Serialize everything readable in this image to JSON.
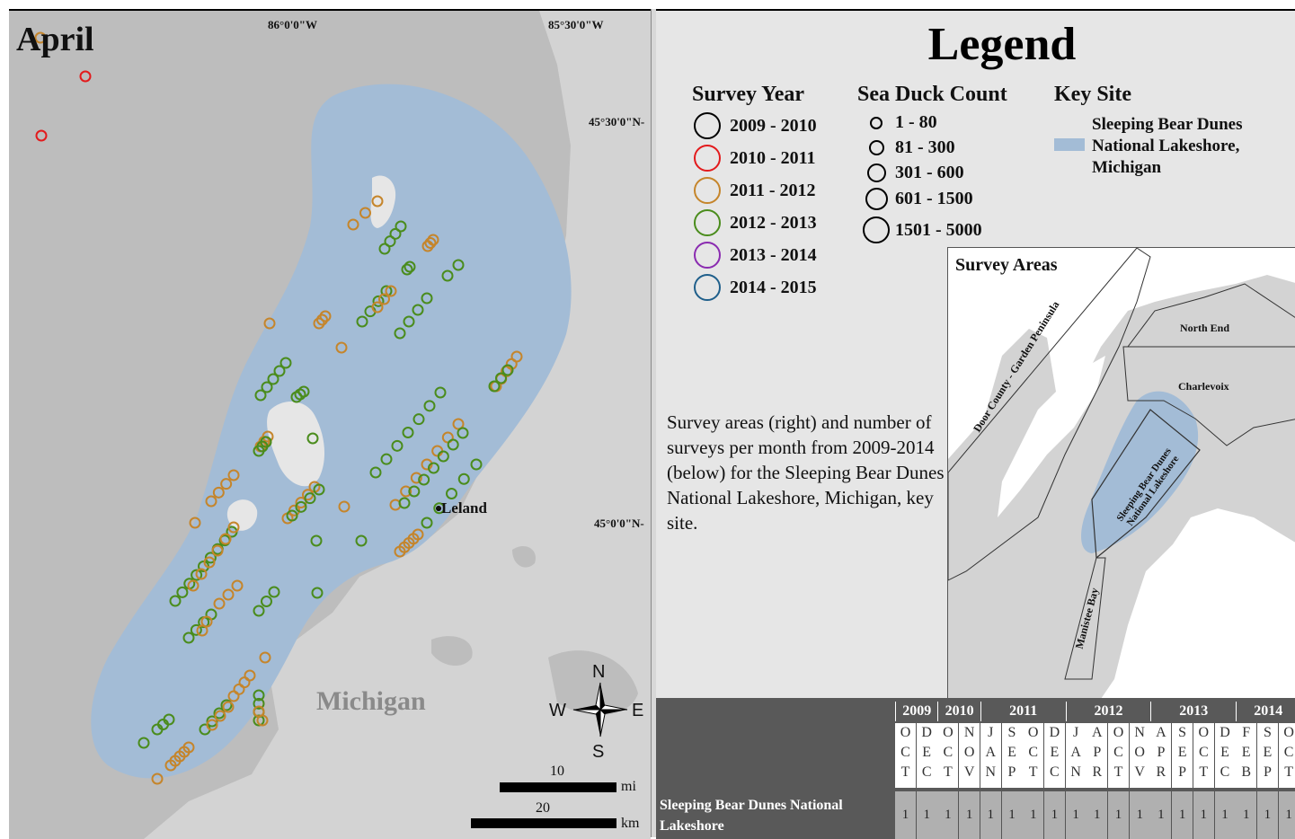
{
  "map": {
    "title": "April",
    "longitude_labels": [
      "86°0'0\"W",
      "85°30'0\"W"
    ],
    "latitude_labels": [
      "45°30'0\"N-",
      "45°0'0\"N-"
    ],
    "place_label": "Michigan",
    "town_label": "•Leland",
    "compass": {
      "n": "N",
      "s": "S",
      "e": "E",
      "w": "W"
    },
    "scale": {
      "mi_value": "10",
      "mi_unit": "mi",
      "km_value": "20",
      "km_unit": "km"
    },
    "colors": {
      "land": "#d3d3d3",
      "water": "#bdbdbd",
      "key_site": "#a3bcd6",
      "island": "#e6e6e6"
    }
  },
  "legend": {
    "title": "Legend",
    "survey_year": {
      "heading": "Survey Year",
      "items": [
        {
          "label": "2009 - 2010",
          "color": "#000000"
        },
        {
          "label": "2010 - 2011",
          "color": "#e31a1c"
        },
        {
          "label": "2011 - 2012",
          "color": "#c5852b"
        },
        {
          "label": "2012 - 2013",
          "color": "#4a8c1c"
        },
        {
          "label": "2013 - 2014",
          "color": "#8a2bb0"
        },
        {
          "label": "2014 - 2015",
          "color": "#1f5f8b"
        }
      ]
    },
    "sea_duck_count": {
      "heading": "Sea Duck Count",
      "items": [
        "1 - 80",
        "81 - 300",
        "301 - 600",
        "601 - 1500",
        "1501 - 5000"
      ]
    },
    "key_site": {
      "heading": "Key Site",
      "label_lines": [
        "Sleeping Bear Dunes",
        "National Lakeshore,",
        "Michigan"
      ]
    },
    "description": "Survey areas (right) and number of surveys per month from 2009-2014 (below) for the Sleeping Bear Dunes National Lakeshore, Michigan, key site.",
    "survey_areas": {
      "heading": "Survey Areas",
      "labels": {
        "north_end": "North End",
        "charlevoix": "Charlevoix",
        "door_county": "Door County - Garden Peninsula",
        "sleeping_bear": "Sleeping Bear Dunes National Lakeshore",
        "manistee": "Manistee Bay"
      }
    }
  },
  "table": {
    "years": [
      {
        "label": "2009",
        "span": 2
      },
      {
        "label": "2010",
        "span": 2
      },
      {
        "label": "2011",
        "span": 4
      },
      {
        "label": "2012",
        "span": 4
      },
      {
        "label": "2013",
        "span": 4
      },
      {
        "label": "2014",
        "span": 3
      }
    ],
    "months": [
      "OCT",
      "DEC",
      "OCT",
      "NOV",
      "JAN",
      "SEP",
      "OCT",
      "DEC",
      "JAN",
      "APR",
      "OCT",
      "NOV",
      "APR",
      "SEP",
      "OCT",
      "DEC",
      "FEB",
      "SEP",
      "OCT"
    ],
    "rows": [
      {
        "site": "Sleeping Bear Dunes National Lakeshore",
        "counts": [
          "1",
          "1",
          "1",
          "1",
          "1",
          "1",
          "1",
          "1",
          "1",
          "1",
          "1",
          "1",
          "1",
          "1",
          "1",
          "1",
          "1",
          "1",
          "1"
        ]
      }
    ]
  }
}
